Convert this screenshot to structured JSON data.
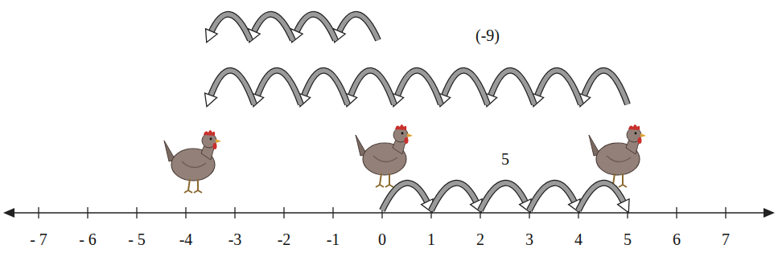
{
  "diagram": {
    "labels": [
      "(-9)",
      "5",
      "- 7",
      "- 6",
      "- 5",
      "-4",
      "-3",
      "-2",
      "-1",
      "0",
      "1",
      "2",
      "3",
      "4",
      "5",
      "6",
      "7"
    ]
  }
}
